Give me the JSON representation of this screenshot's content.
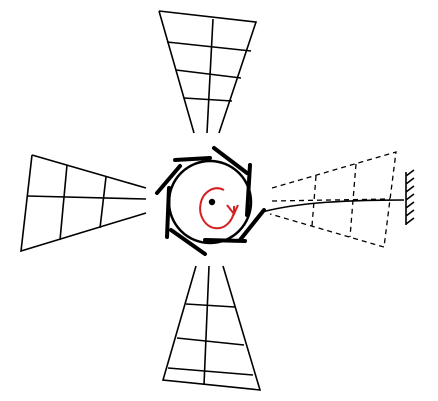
{
  "diagram": {
    "blades": [
      {
        "name": "top",
        "style": "solid"
      },
      {
        "name": "left",
        "style": "solid"
      },
      {
        "name": "bottom",
        "style": "solid"
      },
      {
        "name": "right",
        "style": "dashed"
      }
    ],
    "hub_rotation": "clockwise",
    "colors": {
      "line": "#000000",
      "rotation_arrow": "#d42020",
      "background": "#ffffff"
    }
  }
}
